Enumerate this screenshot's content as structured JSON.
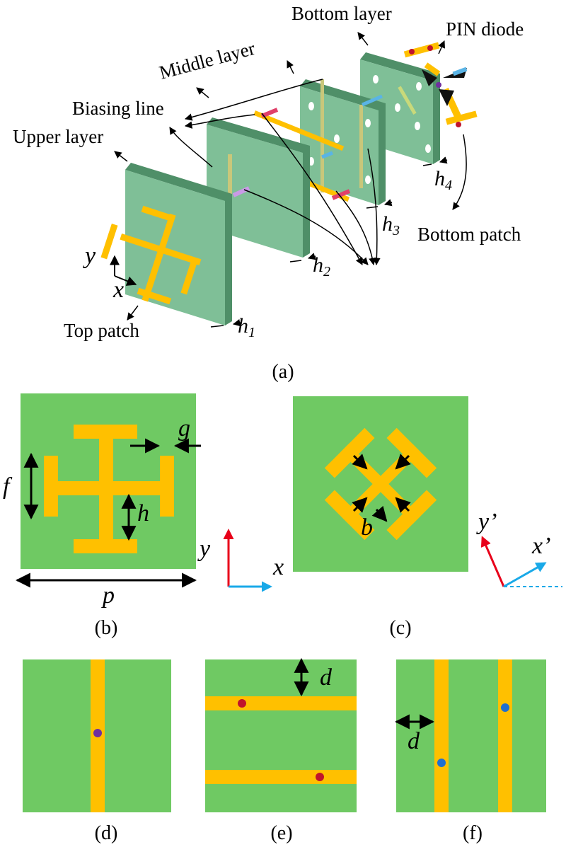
{
  "labels": {
    "bottom_layer": "Bottom layer",
    "pin_diode": "PIN diode",
    "middle_layer": "Middle layer",
    "biasing_line": "Biasing line",
    "upper_layer": "Upper layer",
    "top_patch": "Top patch",
    "bottom_patch": "Bottom patch"
  },
  "heights": {
    "h": "h",
    "h1_sub": "1",
    "h2_sub": "2",
    "h3_sub": "3",
    "h4_sub": "4"
  },
  "axes": {
    "x": "x",
    "y": "y",
    "xp": "x’",
    "yp": "y’"
  },
  "dims": {
    "f": "f",
    "g": "g",
    "h": "h",
    "p": "p",
    "b": "b",
    "d": "d"
  },
  "captions": {
    "a": "(a)",
    "b": "(b)",
    "c": "(c)",
    "d": "(d)",
    "e": "(e)",
    "f": "(f)"
  },
  "colors": {
    "substrate": "#6fc963",
    "slab": "#7fbf97",
    "slab_side": "#4f8f68",
    "patch": "#ffc000",
    "via_red": "#c0142c",
    "via_purple": "#7030a0",
    "via_blue": "#1f6fd0",
    "axis_red": "#e8001a",
    "axis_blue": "#19a9e8"
  }
}
